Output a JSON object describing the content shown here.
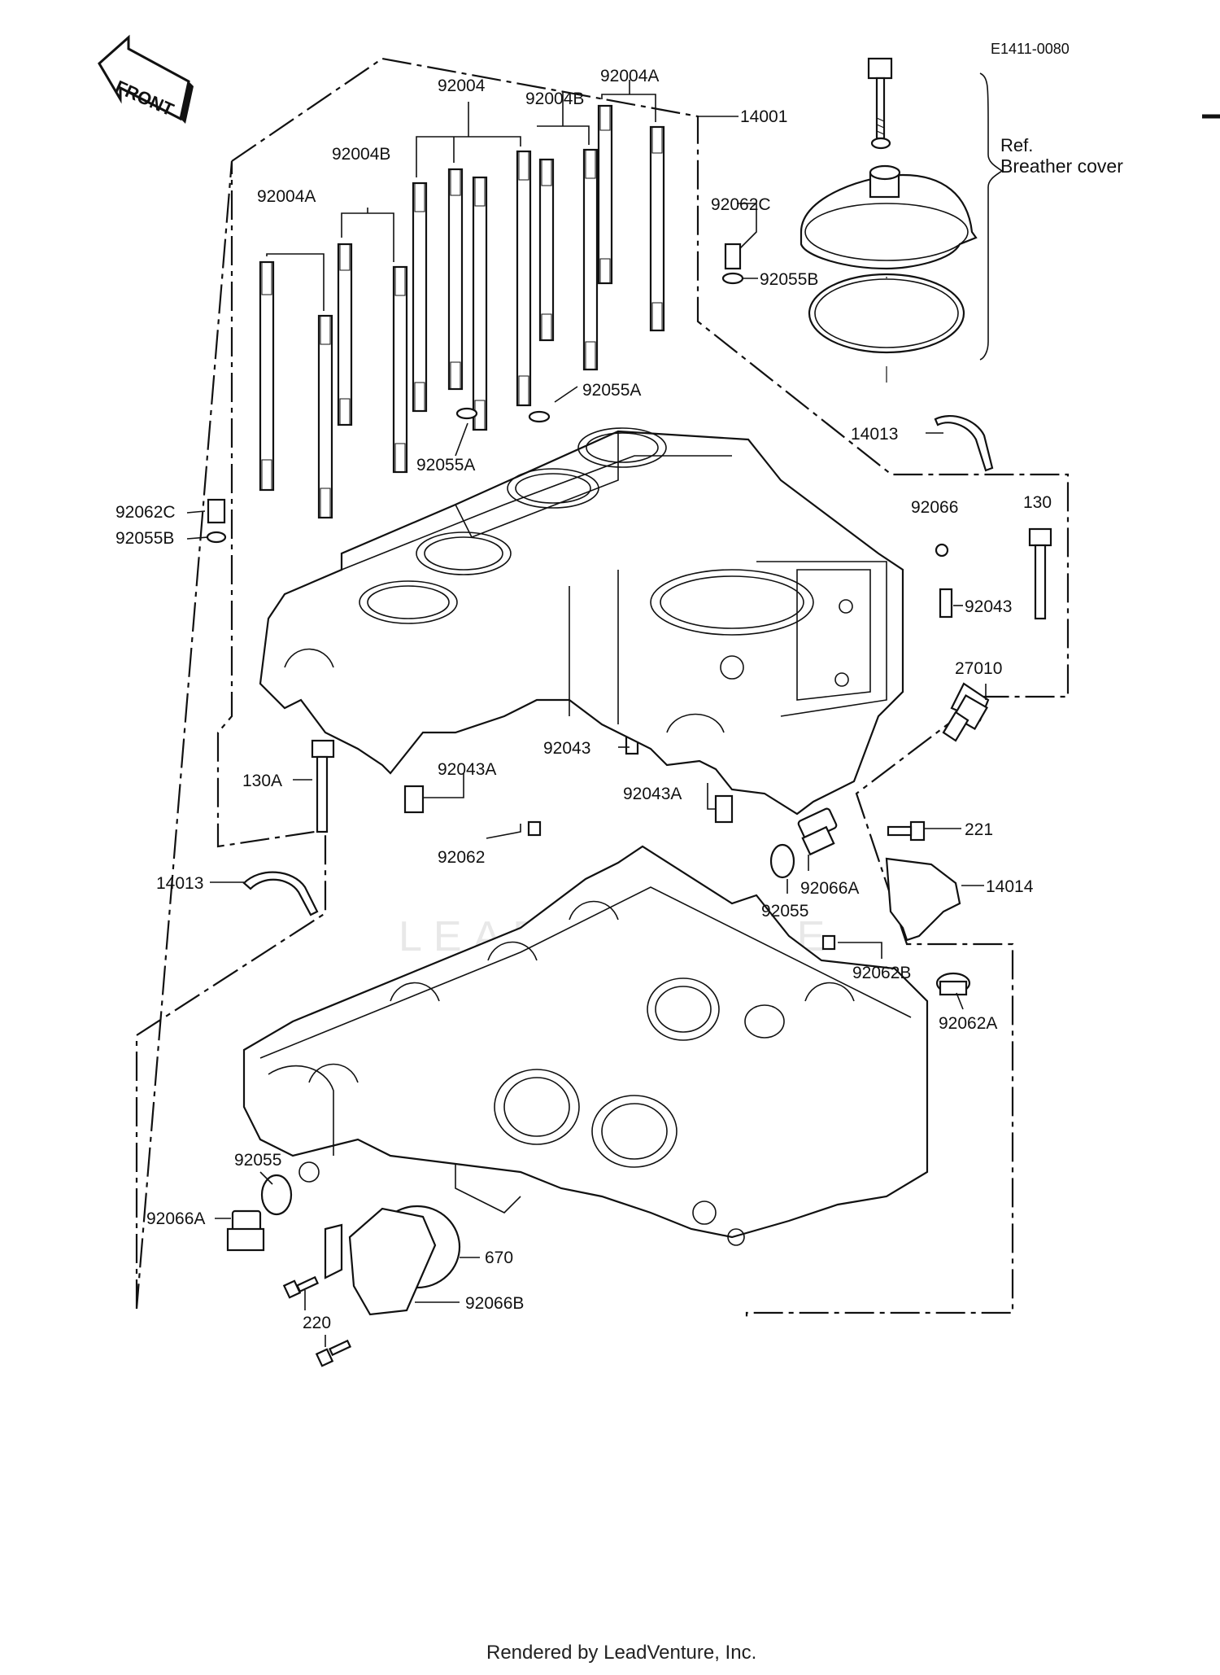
{
  "diagram_code": "E1411-0080",
  "front_label": "FRONT",
  "ref_note": {
    "ref": "Ref.",
    "title": "Breather cover"
  },
  "footer": "Rendered by LeadVenture, Inc.",
  "watermark": "LEADVENTURE",
  "callouts": [
    {
      "id": "92004",
      "text": "92004"
    },
    {
      "id": "92004A-top",
      "text": "92004A"
    },
    {
      "id": "92004B-top",
      "text": "92004B"
    },
    {
      "id": "92004B-left",
      "text": "92004B"
    },
    {
      "id": "92004A-left",
      "text": "92004A"
    },
    {
      "id": "14001",
      "text": "14001"
    },
    {
      "id": "92062C-top",
      "text": "92062C"
    },
    {
      "id": "92055B-top",
      "text": "92055B"
    },
    {
      "id": "92055A-mid",
      "text": "92055A"
    },
    {
      "id": "92055A-left",
      "text": "92055A"
    },
    {
      "id": "14013-top",
      "text": "14013"
    },
    {
      "id": "92062C-left",
      "text": "92062C"
    },
    {
      "id": "92055B-left",
      "text": "92055B"
    },
    {
      "id": "92066",
      "text": "92066"
    },
    {
      "id": "130",
      "text": "130"
    },
    {
      "id": "92043-right",
      "text": "92043"
    },
    {
      "id": "27010",
      "text": "27010"
    },
    {
      "id": "92043-mid",
      "text": "92043"
    },
    {
      "id": "130A",
      "text": "130A"
    },
    {
      "id": "92043A-left",
      "text": "92043A"
    },
    {
      "id": "92043A-mid",
      "text": "92043A"
    },
    {
      "id": "221",
      "text": "221"
    },
    {
      "id": "14014",
      "text": "14014"
    },
    {
      "id": "92062",
      "text": "92062"
    },
    {
      "id": "14013-left",
      "text": "14013"
    },
    {
      "id": "92066A-mid",
      "text": "92066A"
    },
    {
      "id": "92055-mid",
      "text": "92055"
    },
    {
      "id": "92062B",
      "text": "92062B"
    },
    {
      "id": "92062A",
      "text": "92062A"
    },
    {
      "id": "92055-left",
      "text": "92055"
    },
    {
      "id": "92066A-left",
      "text": "92066A"
    },
    {
      "id": "670",
      "text": "670"
    },
    {
      "id": "220",
      "text": "220"
    },
    {
      "id": "92066B",
      "text": "92066B"
    }
  ]
}
